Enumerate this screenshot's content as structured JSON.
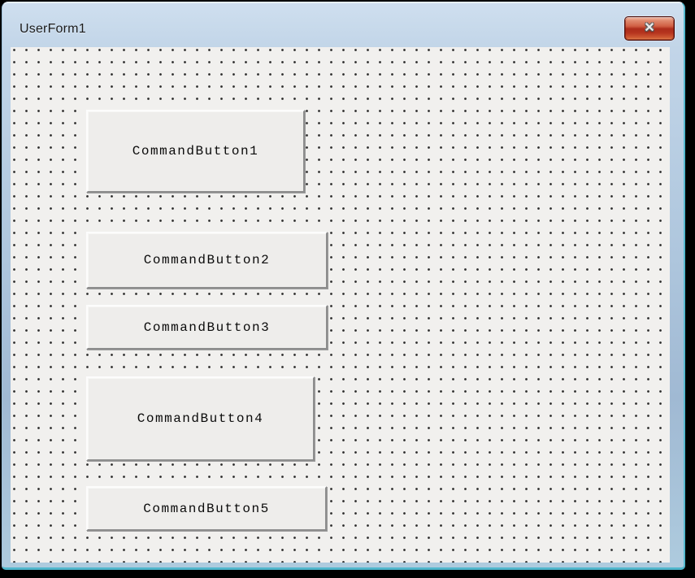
{
  "window": {
    "title": "UserForm1",
    "close_icon": "✕"
  },
  "form": {
    "buttons": [
      {
        "label": "CommandButton1"
      },
      {
        "label": "CommandButton2"
      },
      {
        "label": "CommandButton3"
      },
      {
        "label": "CommandButton4"
      },
      {
        "label": "CommandButton5"
      }
    ]
  },
  "colors": {
    "titlebar_gradient_top": "#cfdfef",
    "titlebar_gradient_bottom": "#a0b9d3",
    "frame_edge_teal": "#4fb6cc",
    "close_button_red": "#ad2c1a",
    "close_button_border": "#4d100d",
    "form_background": "#f1f0ee",
    "grid_dot": "#2b2b2b",
    "button_face": "#eeedeb",
    "button_text": "#0a0a0a",
    "title_text": "#1c1c1c"
  }
}
